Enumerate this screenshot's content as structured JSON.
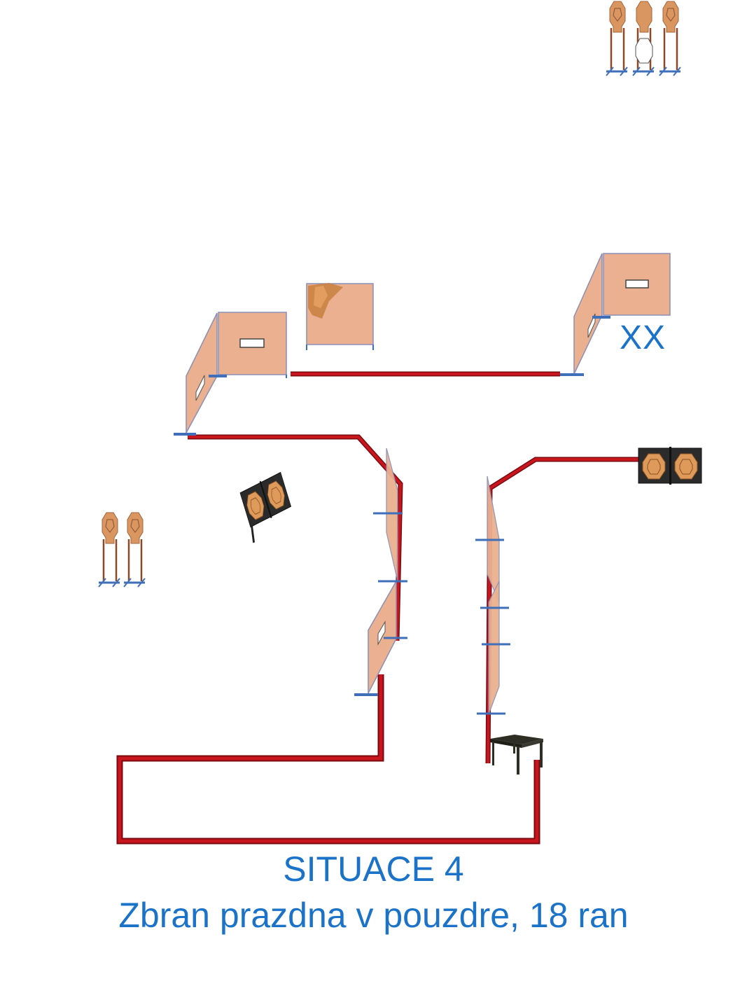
{
  "diagram": {
    "title": "SITUACE 4",
    "subtitle": "Zbran prazdna v pouzdre, 18 ran",
    "start_mark": "XX"
  },
  "colors": {
    "text": "#1a73c8",
    "fault_line": "#c0141c",
    "fault_line_dark": "#7a0a0e",
    "wall_fill": "#eab08f",
    "wall_edge": "#8a8fb8",
    "stand_foot": "#3f6fb8",
    "paper_target": "#d99660",
    "steel_plate_bg": "#2b2b2b",
    "table": "#2e2e25"
  },
  "icons": [
    "wall-panel-icon",
    "paper-target-icon",
    "steel-plate-pair-icon",
    "table-icon",
    "no-shoot-target-icon"
  ]
}
